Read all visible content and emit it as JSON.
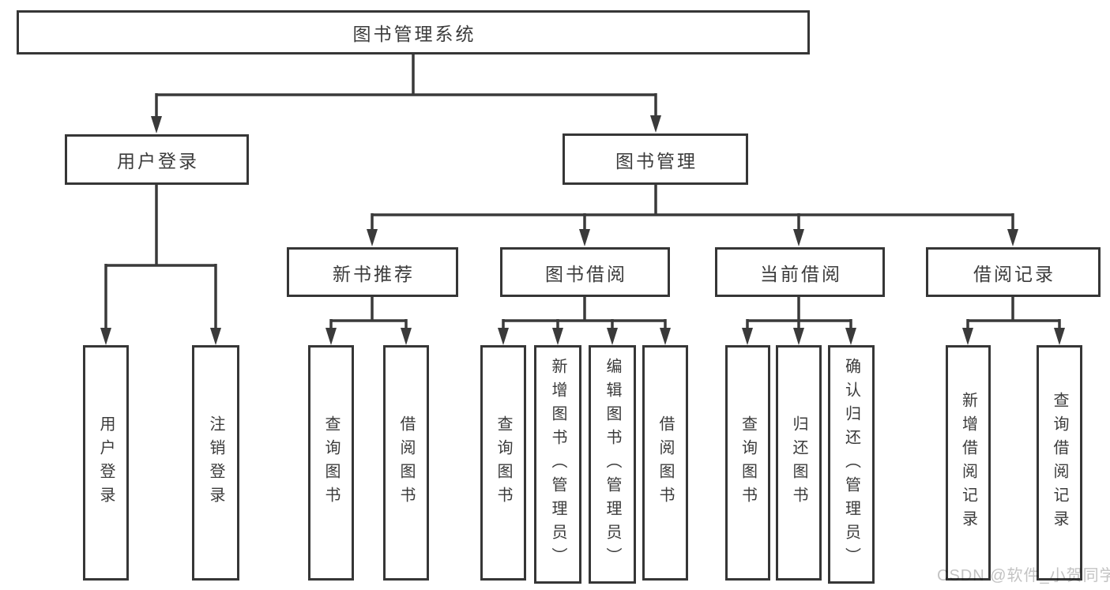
{
  "diagram": {
    "title": "图书管理系统",
    "nodes": {
      "root": {
        "label": "图书管理系统"
      },
      "user_login": {
        "label": "用户登录"
      },
      "book_mgmt": {
        "label": "图书管理"
      },
      "new_rec": {
        "label": "新书推荐"
      },
      "book_borrow": {
        "label": "图书借阅"
      },
      "cur_borrow": {
        "label": "当前借阅"
      },
      "borrow_rec": {
        "label": "借阅记录"
      },
      "user_login_leaf": {
        "label": "用户登录"
      },
      "logout_leaf": {
        "label": "注销登录"
      },
      "rec_query_books": {
        "label": "查询图书"
      },
      "rec_borrow_books": {
        "label": "借阅图书"
      },
      "bb_query_books": {
        "label": "查询图书"
      },
      "bb_add_book_admin": {
        "label": "新增图书（管理员）"
      },
      "bb_edit_book_admin": {
        "label": "编辑图书（管理员）"
      },
      "bb_borrow_books": {
        "label": "借阅图书"
      },
      "cb_query_books": {
        "label": "查询图书"
      },
      "cb_return_book": {
        "label": "归还图书"
      },
      "cb_confirm_return_admin": {
        "label": "确认归还（管理员）"
      },
      "br_add_record": {
        "label": "新增借阅记录"
      },
      "br_query_record": {
        "label": "查询借阅记录"
      }
    },
    "edges": [
      {
        "from": "root",
        "to": "user_login"
      },
      {
        "from": "root",
        "to": "book_mgmt"
      },
      {
        "from": "user_login",
        "to": "user_login_leaf"
      },
      {
        "from": "user_login",
        "to": "logout_leaf"
      },
      {
        "from": "book_mgmt",
        "to": "new_rec"
      },
      {
        "from": "book_mgmt",
        "to": "book_borrow"
      },
      {
        "from": "book_mgmt",
        "to": "cur_borrow"
      },
      {
        "from": "book_mgmt",
        "to": "borrow_rec"
      },
      {
        "from": "new_rec",
        "to": "rec_query_books"
      },
      {
        "from": "new_rec",
        "to": "rec_borrow_books"
      },
      {
        "from": "book_borrow",
        "to": "bb_query_books"
      },
      {
        "from": "book_borrow",
        "to": "bb_add_book_admin"
      },
      {
        "from": "book_borrow",
        "to": "bb_edit_book_admin"
      },
      {
        "from": "book_borrow",
        "to": "bb_borrow_books"
      },
      {
        "from": "cur_borrow",
        "to": "cb_query_books"
      },
      {
        "from": "cur_borrow",
        "to": "cb_return_book"
      },
      {
        "from": "cur_borrow",
        "to": "cb_confirm_return_admin"
      },
      {
        "from": "borrow_rec",
        "to": "br_add_record"
      },
      {
        "from": "borrow_rec",
        "to": "br_query_record"
      }
    ],
    "colors": {
      "line": "#363636",
      "text": "#3b3b3b",
      "box_background": "#ffffff",
      "watermark": "#c3c3c3"
    }
  },
  "watermark": {
    "text": "CSDN @软件_小贺同学"
  }
}
